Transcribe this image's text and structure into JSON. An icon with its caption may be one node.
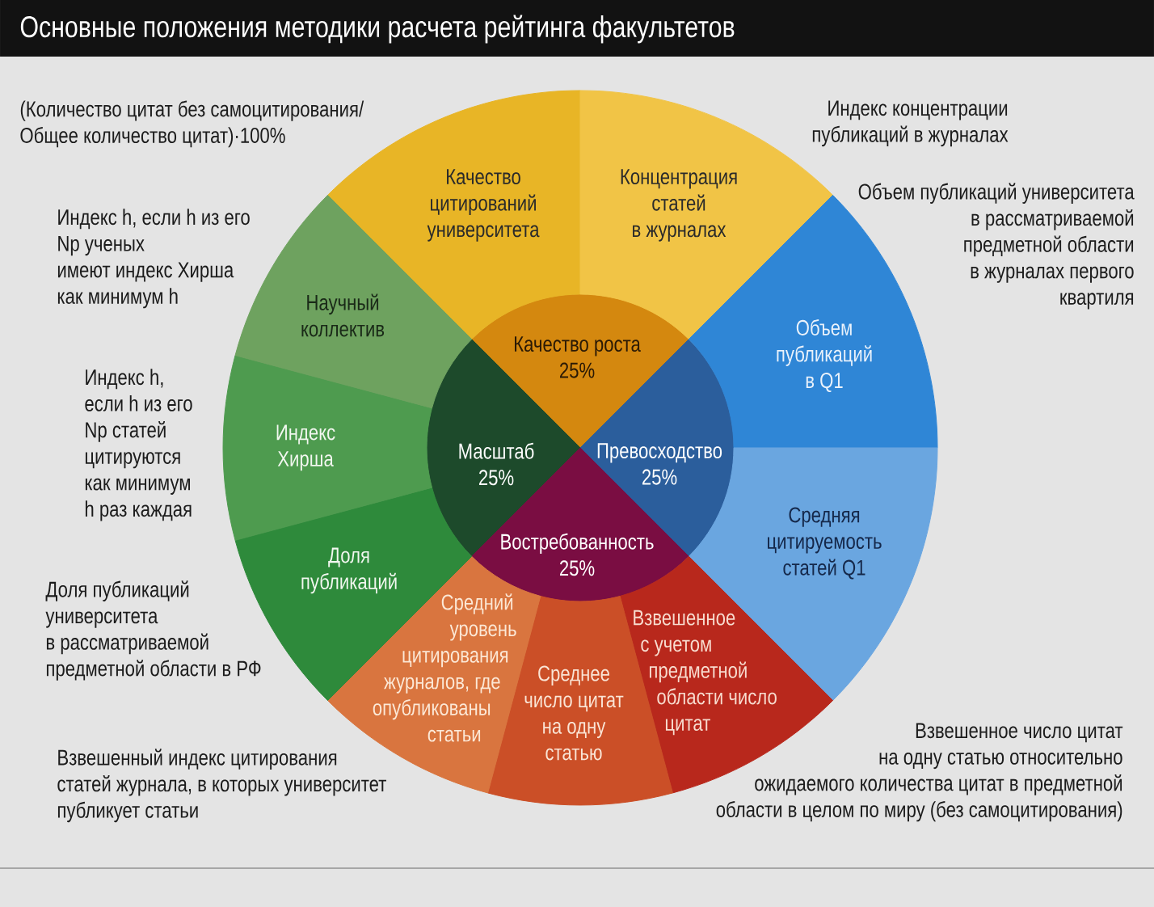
{
  "diagram": {
    "title": "Основные положения методики расчета рейтинга факультетов",
    "nodes": [
      {
        "text": [
          "Качество роста",
          "25%"
        ]
      },
      {
        "text": [
          "Масштаб",
          "25%"
        ]
      },
      {
        "text": [
          "Превосходство",
          "25%"
        ]
      },
      {
        "text": [
          "Востребованность",
          "25%"
        ]
      },
      {
        "text": [
          "Качество цитирований университета"
        ],
        "beside": [
          "(Количество цитат без самоцитирования/ Общее количество цитат)·100%"
        ]
      },
      {
        "text": [
          "Концентрация статей в журналах"
        ],
        "beside": [
          "Индекс концентрации публикаций в журналах"
        ]
      },
      {
        "text": [
          "Объем публикаций в Q1"
        ],
        "beside": [
          "Объем публикаций университета в рассматриваемой предметной области в журналах первого квартиля"
        ]
      },
      {
        "text": [
          "Средняя цитируемость статей Q1"
        ]
      },
      {
        "text": [
          "Взвешенное с учетом предметной области число цитат"
        ],
        "beside": [
          "Взвешенное число цитат на одну статью относительно ожидаемого количества цитат в предметной области в целом по миру (без самоцитирования)"
        ]
      },
      {
        "text": [
          "Среднее число цитат на одну статью"
        ]
      },
      {
        "text": [
          "Средний уровень цитирования журналов, где опубликованы статьи"
        ],
        "beside": [
          "Взвешенный индекс цитирования статей журнала, в которых университет публикует статьи"
        ]
      },
      {
        "text": [
          "Доля публикаций"
        ],
        "beside": [
          "Доля публикаций университета в рассматриваемой предметной области в РФ"
        ]
      },
      {
        "text": [
          "Индекс Хирша"
        ],
        "beside": [
          "Индекс h, если h из его Np статей цитируются как минимум h раз каждая"
        ]
      },
      {
        "text": [
          "Научный коллектив"
        ],
        "beside": [
          "Индекс h, если h из его Np ученых имеют индекс Хирша как минимум h"
        ]
      }
    ]
  }
}
